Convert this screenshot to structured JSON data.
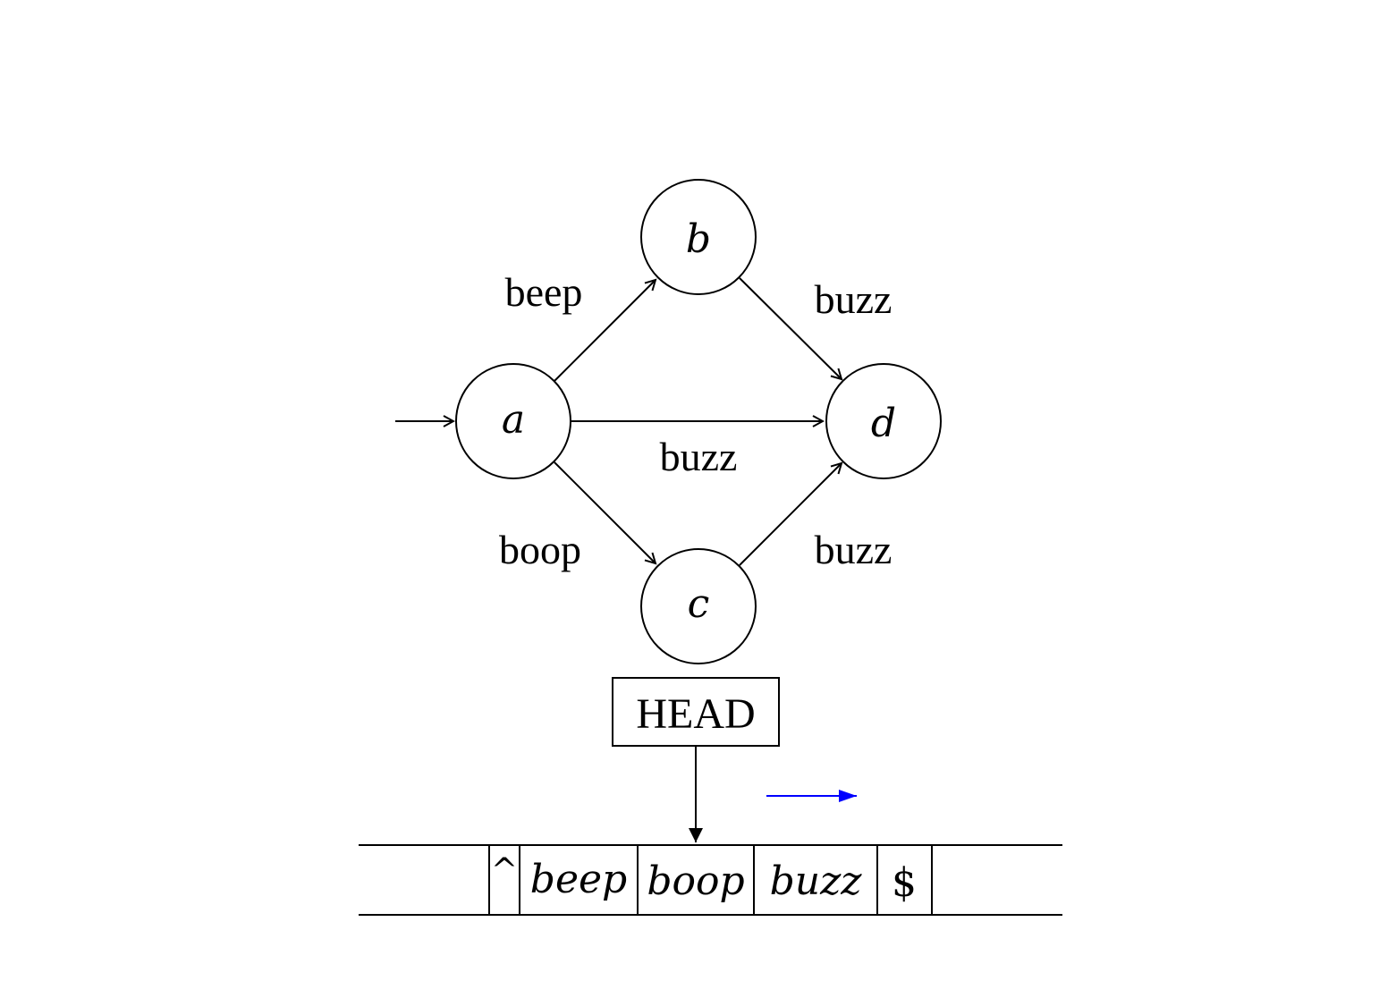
{
  "automaton": {
    "states": {
      "a": "a",
      "b": "b",
      "c": "c",
      "d": "d"
    },
    "edges": {
      "a_b": "beep",
      "a_c": "boop",
      "a_d": "buzz",
      "b_d": "buzz",
      "c_d": "buzz"
    },
    "start_state": "a"
  },
  "head": {
    "label": "HEAD",
    "current_cell": "boop"
  },
  "tape": {
    "cells": [
      "^",
      "beep",
      "boop",
      "buzz",
      "$"
    ],
    "direction": "right"
  },
  "colors": {
    "ink": "#000000",
    "direction_arrow": "#0000ff"
  }
}
